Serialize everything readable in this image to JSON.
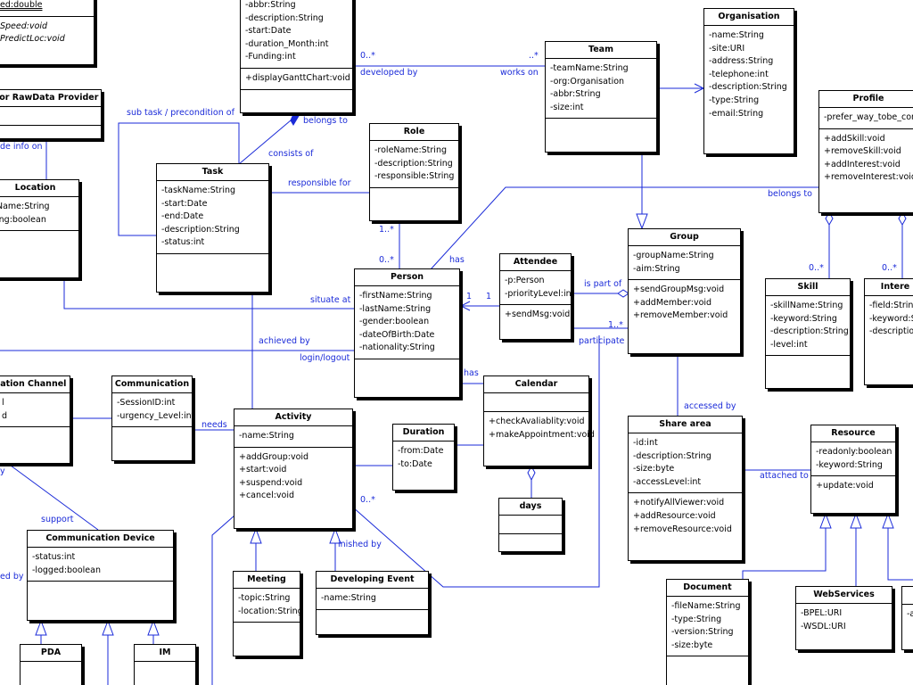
{
  "diagram": {
    "classes": {
      "top_left_partial": {
        "name": "",
        "attributes": [
          "ed:double"
        ],
        "methods": [
          "Speed:void",
          "PredictLoc:void"
        ]
      },
      "project": {
        "name": "",
        "attributes": [
          "-abbr:String",
          "-description:String",
          "-start:Date",
          "-duration_Month:int",
          "-Funding:int"
        ],
        "methods": [
          "+displayGanttChart:void"
        ]
      },
      "team": {
        "name": "Team",
        "attributes": [
          "-teamName:String",
          "-org:Organisation",
          "-abbr:String",
          "-size:int"
        ],
        "methods": []
      },
      "organisation": {
        "name": "Organisation",
        "attributes": [
          "-name:String",
          "-site:URI",
          "-address:String",
          "-telephone:int",
          "-description:String",
          "-type:String",
          "-email:String"
        ],
        "methods": []
      },
      "profile": {
        "name": "Profile",
        "attributes": [
          "-prefer_way_tobe_con"
        ],
        "methods": [
          "+addSkill:void",
          "+removeSkill:void",
          "+addInterest:void",
          "+removeInterest:void"
        ]
      },
      "sensor_provider": {
        "name": "sor RawData Provider",
        "attributes": [],
        "methods": []
      },
      "location": {
        "name": "Location",
        "attributes": [
          "Name:String",
          "ing:boolean"
        ],
        "methods": []
      },
      "task": {
        "name": "Task",
        "attributes": [
          "-taskName:String",
          "-start:Date",
          "-end:Date",
          "-description:String",
          "-status:int"
        ],
        "methods": []
      },
      "role": {
        "name": "Role",
        "attributes": [
          "-roleName:String",
          "-description:String",
          "-responsible:String"
        ],
        "methods": []
      },
      "person": {
        "name": "Person",
        "attributes": [
          "-firstName:String",
          "-lastName:String",
          "-gender:boolean",
          "-dateOfBirth:Date",
          "-nationality:String"
        ],
        "methods": []
      },
      "attendee": {
        "name": "Attendee",
        "attributes": [
          "-p:Person",
          "-priorityLevel:int"
        ],
        "methods": [
          "+sendMsg:void"
        ]
      },
      "group": {
        "name": "Group",
        "attributes": [
          "-groupName:String",
          "-aim:String"
        ],
        "methods": [
          "+sendGroupMsg:void",
          "+addMember:void",
          "+removeMember:void"
        ]
      },
      "skill": {
        "name": "Skill",
        "attributes": [
          "-skillName:String",
          "-keyword:String",
          "-description:String",
          "-level:int"
        ],
        "methods": []
      },
      "interest": {
        "name": "Intere",
        "attributes": [
          "-field:String",
          "-keyword:S",
          "-descriptio"
        ],
        "methods": []
      },
      "comm_channel": {
        "name": "cation Channel",
        "attributes": [
          "l",
          "d"
        ],
        "methods": []
      },
      "communication": {
        "name": "Communication",
        "attributes": [
          "-SessionID:int",
          "-urgency_Level:int"
        ],
        "methods": []
      },
      "activity": {
        "name": "Activity",
        "attributes": [
          "-name:String"
        ],
        "methods": [
          "+addGroup:void",
          "+start:void",
          "+suspend:void",
          "+cancel:void"
        ]
      },
      "duration": {
        "name": "Duration",
        "attributes": [
          "-from:Date",
          "-to:Date"
        ],
        "methods": []
      },
      "calendar": {
        "name": "Calendar",
        "attributes": [],
        "methods": [
          "+checkAvaliablity:void",
          "+makeAppointment:void"
        ]
      },
      "days": {
        "name": "days",
        "attributes": [],
        "methods": []
      },
      "share_area": {
        "name": "Share area",
        "attributes": [
          "-id:int",
          "-description:String",
          "-size:byte",
          "-accessLevel:int"
        ],
        "methods": [
          "+notifyAllViewer:void",
          "+addResource:void",
          "+removeResource:void"
        ]
      },
      "resource": {
        "name": "Resource",
        "attributes": [
          "-readonly:boolean",
          "-keyword:String"
        ],
        "methods": [
          "+update:void"
        ]
      },
      "comm_device": {
        "name": "Communication Device",
        "attributes": [
          "-status:int",
          "-logged:boolean"
        ],
        "methods": []
      },
      "pda": {
        "name": "PDA",
        "attributes": [],
        "methods": []
      },
      "im": {
        "name": "IM",
        "attributes": [],
        "methods": []
      },
      "meeting": {
        "name": "Meeting",
        "attributes": [
          "-topic:String",
          "-location:String"
        ],
        "methods": []
      },
      "developing_event": {
        "name": "Developing Event",
        "attributes": [
          "-name:String"
        ],
        "methods": []
      },
      "document": {
        "name": "Document",
        "attributes": [
          "-fileName:String",
          "-type:String",
          "-version:String",
          "-size:byte"
        ],
        "methods": []
      },
      "webservices": {
        "name": "WebServices",
        "attributes": [
          "-BPEL:URI",
          "-WSDL:URI"
        ],
        "methods": []
      },
      "right_partial": {
        "name": "",
        "attributes": [
          "-a"
        ],
        "methods": []
      }
    },
    "labels": {
      "mult_0n_dev": "0..*",
      "developed_by": "developed by",
      "mult_0n_works": "..*",
      "works_on": "works on",
      "belongs_to": "belongs to",
      "sub_task": "sub task / precondition of",
      "consists_of": "consists of",
      "de_info_on": "de info on",
      "responsible_for": "responsible for",
      "belongs_to_2": "belongs to",
      "mult_1n_role": "1..*",
      "mult_0n_person": "0..*",
      "has_1": "has",
      "situate_at": "situate at",
      "mult_1_a": "1",
      "mult_1_b": "1",
      "is_part_of": "is part of",
      "mult_1n_part": "1..*",
      "participate": "participate",
      "achieved_by": "achieved by",
      "login_logout": "login/logout",
      "has_2": "has",
      "mult_0n_skill": "0..*",
      "mult_0n_interest": "0..*",
      "needs": "needs",
      "accessed_by": "accessed by",
      "attached_to": "attached to",
      "mult_0n_act": "0..*",
      "finished_by": "inished by",
      "support": "support",
      "y_lbl": "y",
      "ed_by": "ed by"
    }
  },
  "colors": {
    "line": "#1a2ad8",
    "box_border": "#000000",
    "shadow": "#000000",
    "label": "#1a2ad8",
    "background": "#ffffff"
  }
}
